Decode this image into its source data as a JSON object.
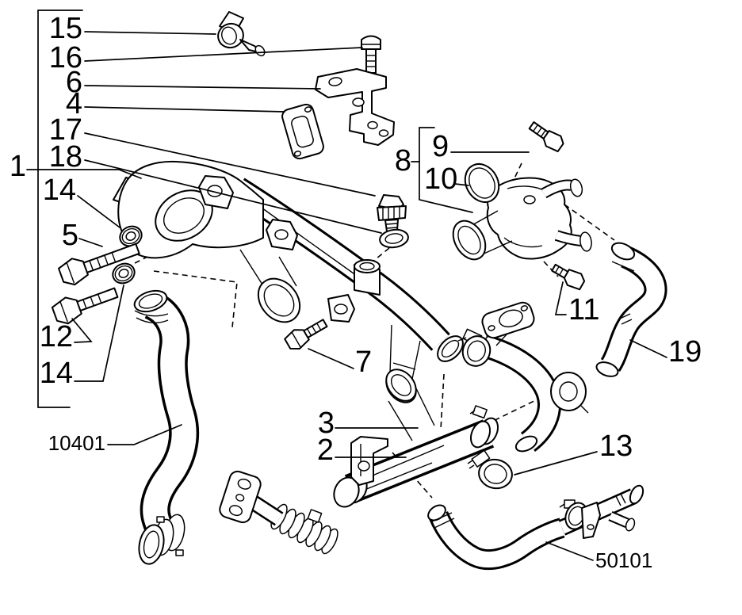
{
  "diagram": {
    "type": "exploded-parts-diagram",
    "background_color": "#ffffff",
    "line_color": "#000000"
  },
  "callouts": {
    "c1": "1",
    "c2": "2",
    "c3": "3",
    "c4": "4",
    "c5": "5",
    "c6": "6",
    "c7": "7",
    "c8": "8",
    "c9": "9",
    "c10": "10",
    "c11": "11",
    "c12": "12",
    "c13": "13",
    "c14a": "14",
    "c14b": "14",
    "c15": "15",
    "c16": "16",
    "c17": "17",
    "c18": "18",
    "c19": "19",
    "p10401": "10401",
    "p50101": "50101"
  }
}
